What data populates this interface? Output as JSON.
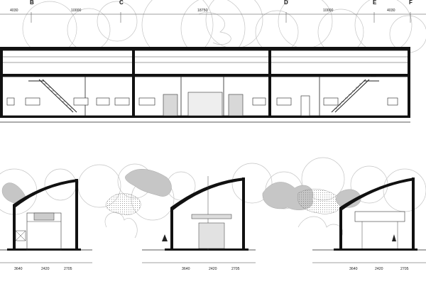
{
  "elevation": {
    "grid_axes": [
      "B",
      "C",
      "D",
      "E",
      "F"
    ],
    "dimensions": [
      "4030",
      "10000",
      "18750",
      "10000",
      "4030"
    ]
  },
  "sections": [
    {
      "dimensions": [
        "3640",
        "2420",
        "2705"
      ]
    },
    {
      "dimensions": [
        "3640",
        "2420",
        "2705"
      ]
    },
    {
      "dimensions": [
        "3640",
        "2420",
        "2705"
      ]
    }
  ]
}
